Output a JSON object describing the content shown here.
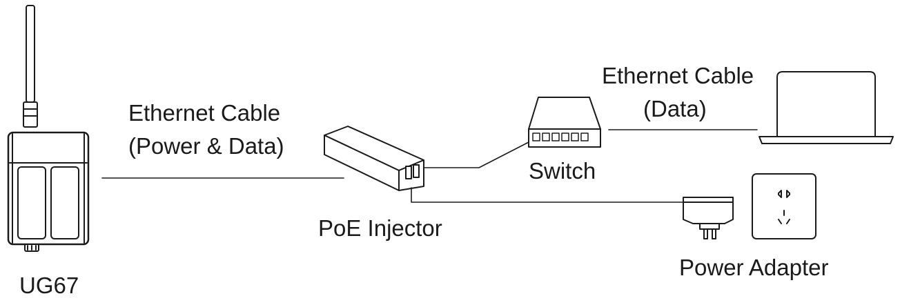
{
  "labels": {
    "gateway": "UG67",
    "cable_power_data_line1": "Ethernet Cable",
    "cable_power_data_line2": "(Power & Data)",
    "poe_injector": "PoE Injector",
    "switch": "Switch",
    "cable_data_line1": "Ethernet Cable",
    "cable_data_line2": "(Data)",
    "power_adapter": "Power Adapter"
  },
  "icons": {
    "gateway": "gateway-device-icon",
    "poe_injector": "poe-injector-icon",
    "switch": "network-switch-icon",
    "laptop": "laptop-icon",
    "power_adapter": "power-adapter-plug-icon",
    "wall_socket": "wall-socket-icon"
  },
  "colors": {
    "stroke": "#1a1a1a",
    "fill_light": "#f4f4f4",
    "background": "#ffffff"
  }
}
